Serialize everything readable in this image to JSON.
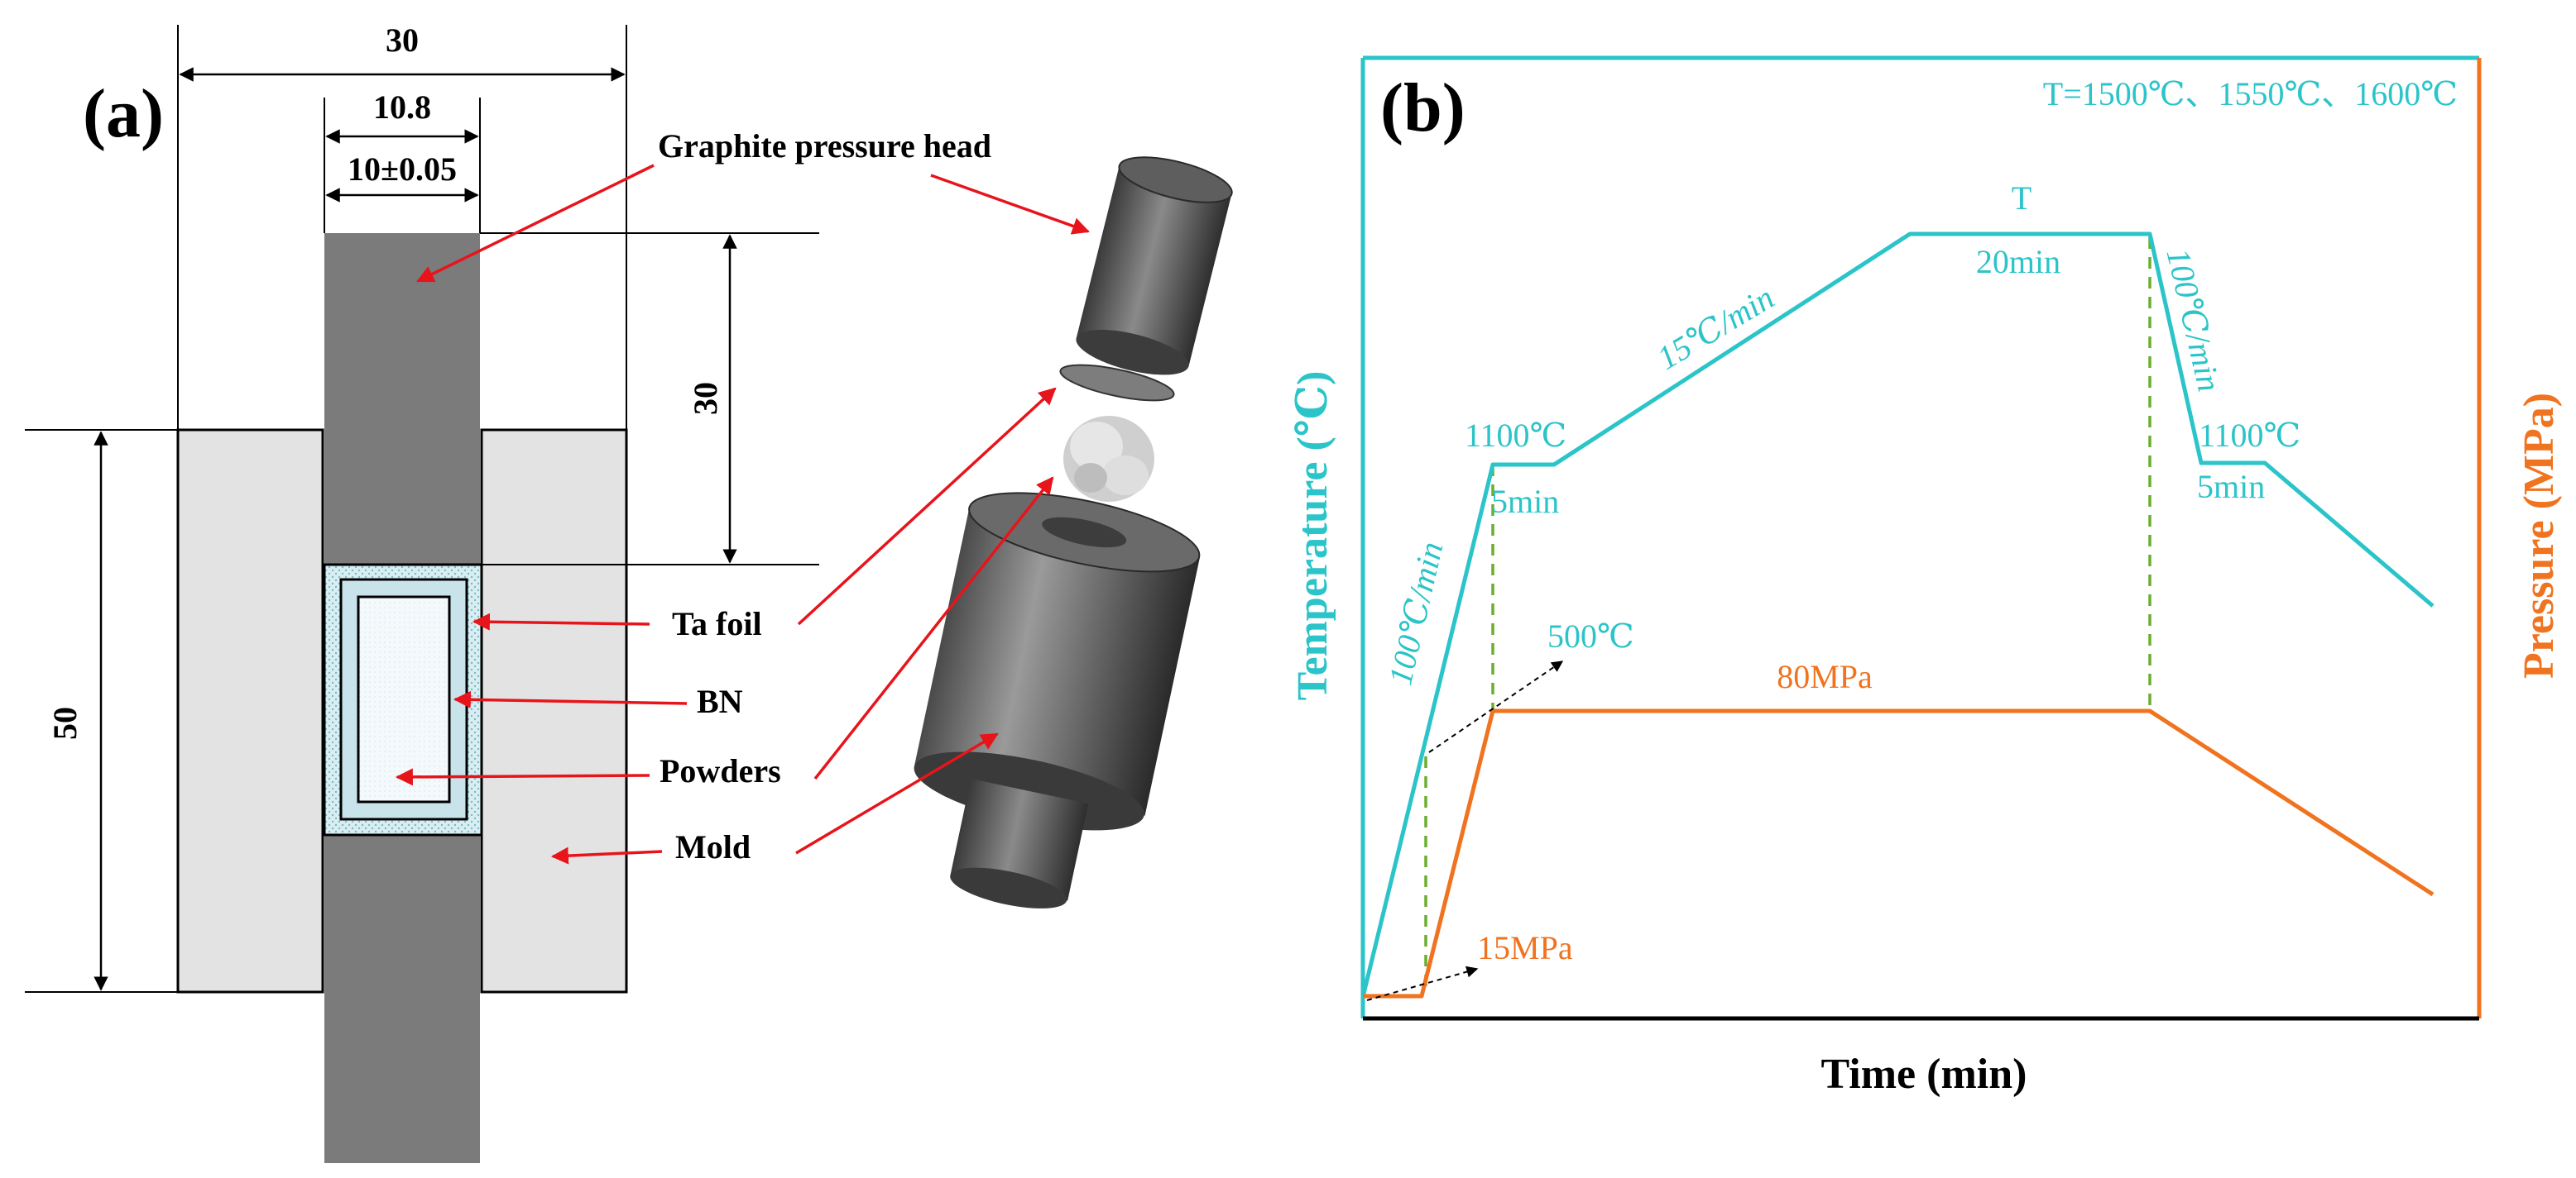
{
  "panel_a": {
    "label": "(a)",
    "dims": {
      "outer_width": "30",
      "head_width": "10.8",
      "inner_width": "10±0.05",
      "head_length": "30",
      "mold_height": "50"
    },
    "labels": {
      "head": "Graphite pressure head",
      "ta_foil": "Ta foil",
      "bn": "BN",
      "powders": "Powders",
      "mold": "Mold"
    }
  },
  "panel_b": {
    "label": "(b)",
    "temps_note": "T=1500℃、1550℃、1600℃",
    "y_left_label": "Temperature (℃)",
    "y_right_label": "Pressure (MPa)",
    "x_label": "Time (min)",
    "annotations": {
      "peak_t": "T",
      "hold_peak": "20min",
      "rate_heat_1": "100℃/min",
      "rate_heat_2": "15℃/min",
      "rate_cool": "100℃/min",
      "temp_1100_a": "1100℃",
      "hold_a": "5min",
      "temp_1100_b": "1100℃",
      "hold_b": "5min",
      "temp_500": "500℃",
      "press_80": "80MPa",
      "press_15": "15MPa"
    },
    "colors": {
      "temperature": "#2bc4c9",
      "pressure": "#f0731f",
      "marker": "#6aae2e"
    }
  }
}
